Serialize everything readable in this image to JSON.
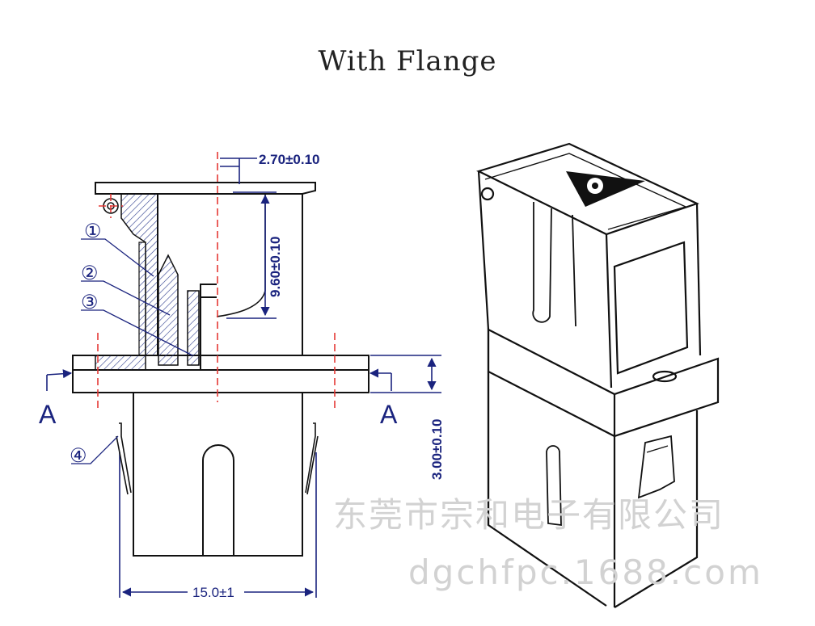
{
  "title": "With Flange",
  "dimensions": {
    "d1": "2.70±0.10",
    "d2": "9.60±0.10",
    "d3": "3.00±0.10",
    "d4": "15.0±1"
  },
  "section_labels": {
    "left": "A",
    "right": "A"
  },
  "callouts": [
    "①",
    "②",
    "③",
    "④"
  ],
  "watermark": {
    "company": "东莞市宗和电子有限公司",
    "url": "dgchfpc.1688.com"
  },
  "colors": {
    "line": "#111111",
    "dimension": "#1a237e",
    "centerline": "#e53935",
    "hatch": "#2a3a8c",
    "watermark": "#d2d2d2"
  }
}
